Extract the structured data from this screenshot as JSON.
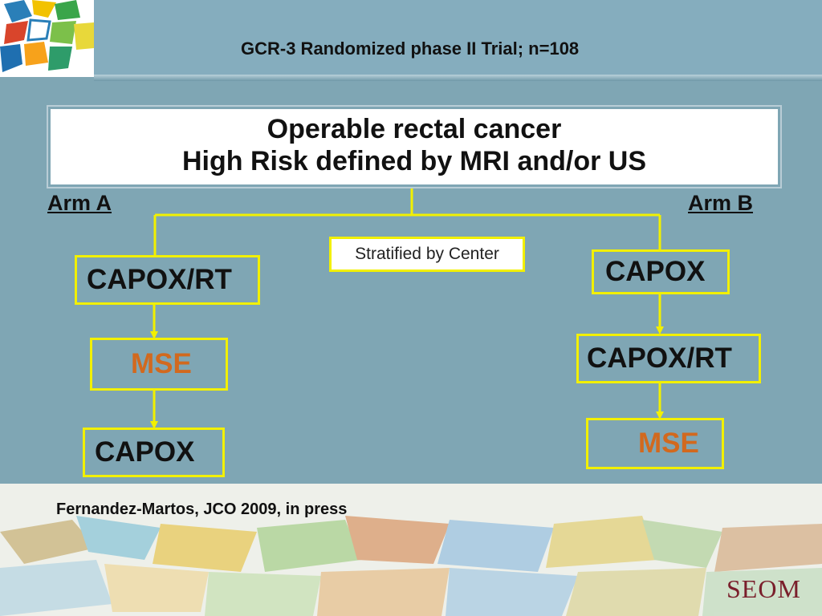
{
  "header": {
    "title": "GCR-3 Randomized phase II Trial; n=108"
  },
  "main_box": {
    "line1": "Operable rectal cancer",
    "line2": "High Risk defined by MRI and/or US"
  },
  "arms": {
    "a_label": "Arm A",
    "b_label": "Arm B"
  },
  "stratification": "Stratified by Center",
  "arm_a_steps": [
    "CAPOX/RT",
    "MSE",
    "CAPOX"
  ],
  "arm_b_steps": [
    "CAPOX",
    "CAPOX/RT",
    "MSE"
  ],
  "footer": {
    "citation": "Fernandez-Martos, JCO 2009, in press",
    "logo_text": "SEOM"
  },
  "colors": {
    "background": "#7FA6B4",
    "connector": "#F2F000",
    "mse_text": "#D2691E"
  }
}
